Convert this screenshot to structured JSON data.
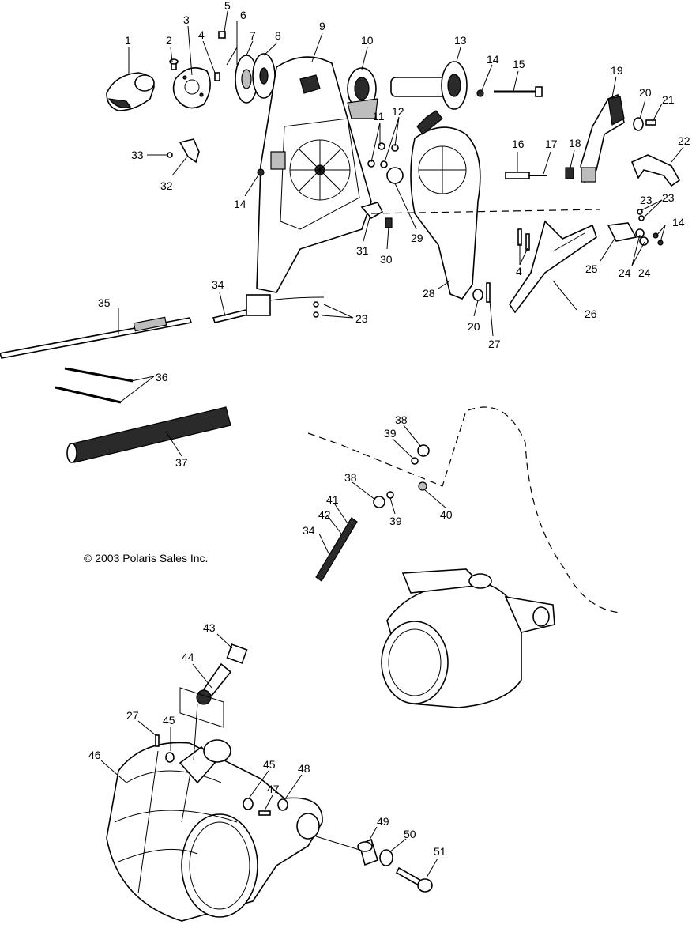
{
  "copyright": "© 2003 Polaris Sales Inc.",
  "callouts": [
    "1",
    "2",
    "3",
    "4",
    "5",
    "6",
    "7",
    "8",
    "9",
    "10",
    "11",
    "12",
    "13",
    "14",
    "15",
    "16",
    "17",
    "18",
    "19",
    "20",
    "21",
    "22",
    "23",
    "24",
    "25",
    "26",
    "27",
    "28",
    "29",
    "30",
    "31",
    "32",
    "33",
    "14",
    "34",
    "35",
    "23",
    "36",
    "37",
    "38",
    "39",
    "38",
    "41",
    "42",
    "34",
    "39",
    "40",
    "43",
    "44",
    "27",
    "45",
    "46",
    "45",
    "47",
    "48",
    "49",
    "50",
    "51",
    "4",
    "23",
    "14",
    "24",
    "20"
  ]
}
